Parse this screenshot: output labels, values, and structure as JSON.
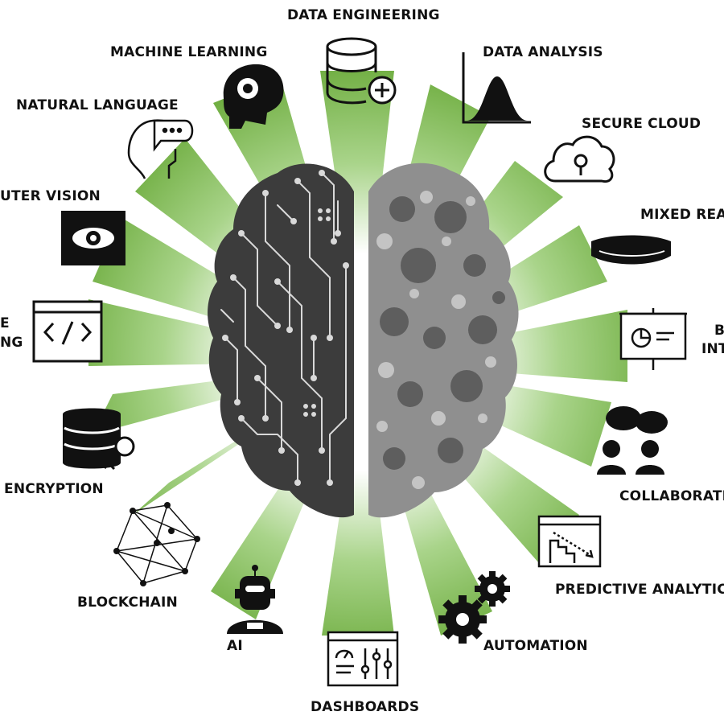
{
  "labels": {
    "data_engineering": "DATA ENGINEERING",
    "machine_learning": "MACHINE LEARNING",
    "data_analysis": "DATA ANALYSIS",
    "natural_language": "NATURAL LANGUAGE",
    "secure_cloud": "SECURE CLOUD",
    "computer_vision": "UTER VISION",
    "mixed_reality": "MIXED REAL",
    "coding_1": "E",
    "coding_2": "NG",
    "bi_1": "B",
    "bi_2": "INT",
    "encryption": "ENCRYPTION",
    "collaboration": "COLLABORATI",
    "blockchain": "BLOCKCHAIN",
    "predictive_analytics": "PREDICTIVE ANALYTICS",
    "ai": "AI",
    "automation": "AUTOMATION",
    "dashboards": "DASHBOARDS"
  },
  "colors": {
    "ray_green": "#6aaa3a",
    "left_brain": "#3c3c3c",
    "right_brain": "#8f8f8f",
    "icon": "#111111"
  }
}
